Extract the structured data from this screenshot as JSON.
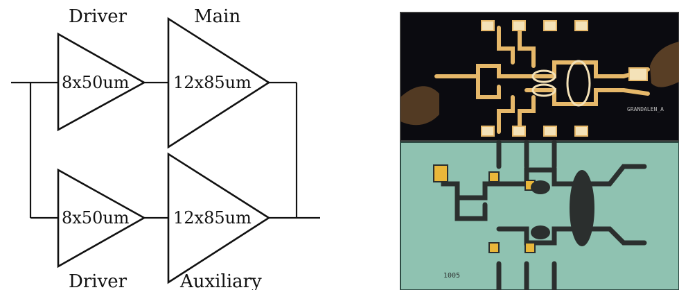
{
  "diagram": {
    "top_driver": {
      "title": "Driver",
      "size": "8x50um"
    },
    "top_main": {
      "title": "Main",
      "size": "12x85um"
    },
    "bottom_driver": {
      "title": "Driver",
      "size": "8x50um"
    },
    "bottom_aux": {
      "title": "Auxiliary",
      "size": "12x85um"
    }
  },
  "photos": {
    "top": {
      "description": "Die micrograph (dark background) with RF probes",
      "chip_label": "GRANDALEN_A",
      "annotation": ""
    },
    "bottom": {
      "description": "Die micrograph (teal background) close-up",
      "chip_label": "",
      "annotation": "1005"
    }
  },
  "colors": {
    "line": "#111111",
    "top_photo_bg": "#0b0b10",
    "metal_gold": "#e6b86a",
    "metal_light": "#f4e2b8",
    "bottom_photo_bg": "#8fc2b1",
    "bottom_photo_metal": "#2b2f2e",
    "pad_yellow": "#e9b73a"
  },
  "icons": [
    "amplifier-triangle-icon"
  ]
}
